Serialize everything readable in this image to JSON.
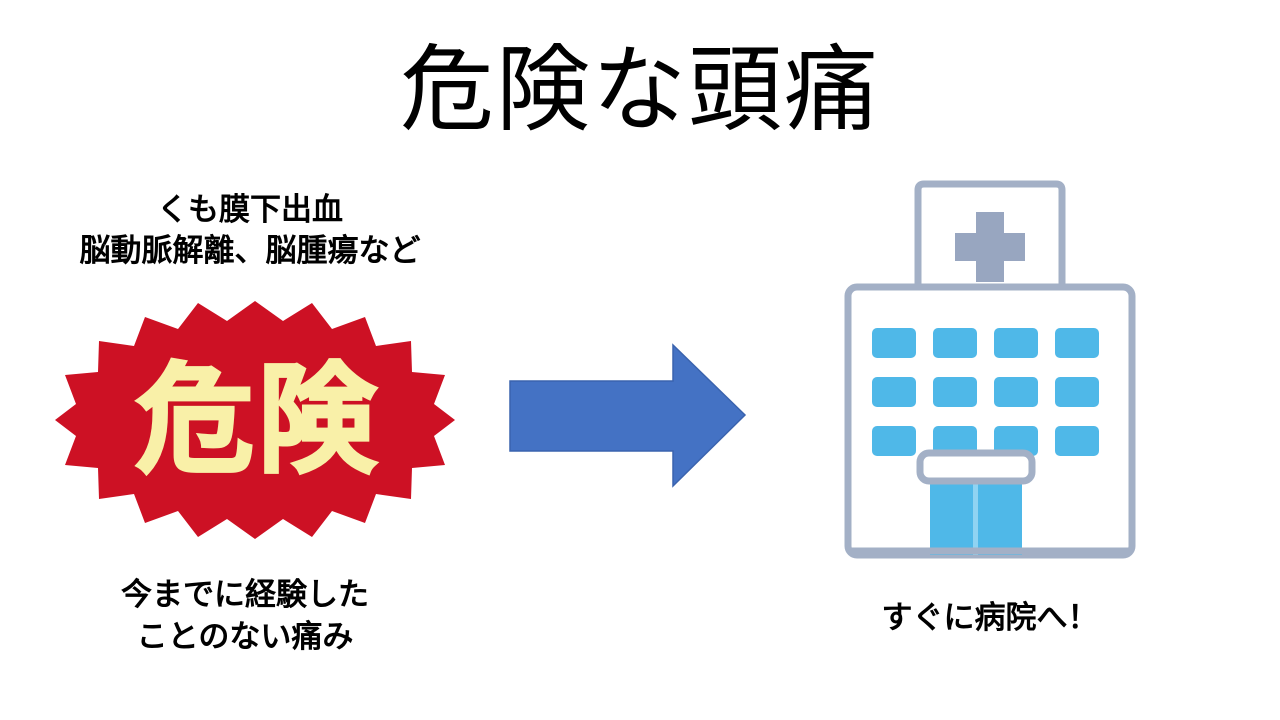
{
  "slide": {
    "title": "危険な頭痛",
    "background_color": "#FFFFFF"
  },
  "left_panel": {
    "causes_line1": "くも膜下出血",
    "causes_line2": "脳動脈解離、脳腫瘍など",
    "badge": {
      "text": "危険",
      "shape": "starburst-seal",
      "fill_color": "#CD1124",
      "text_color": "#F9F0A8"
    },
    "symptom_line1": "今までに経験した",
    "symptom_line2": "ことのない痛み"
  },
  "arrow": {
    "direction": "right",
    "fill_color": "#4472C4",
    "stroke_color": "#3A63AE"
  },
  "right_panel": {
    "illustration": "hospital-building",
    "caption": "すぐに病院へ！",
    "colors": {
      "outline": "#A3B0C6",
      "window": "#4FB8E8",
      "cross": "#98A6C0",
      "door": "#4FB8E8",
      "wall": "#FFFFFF"
    },
    "window_rows": 3,
    "window_columns": 4
  }
}
